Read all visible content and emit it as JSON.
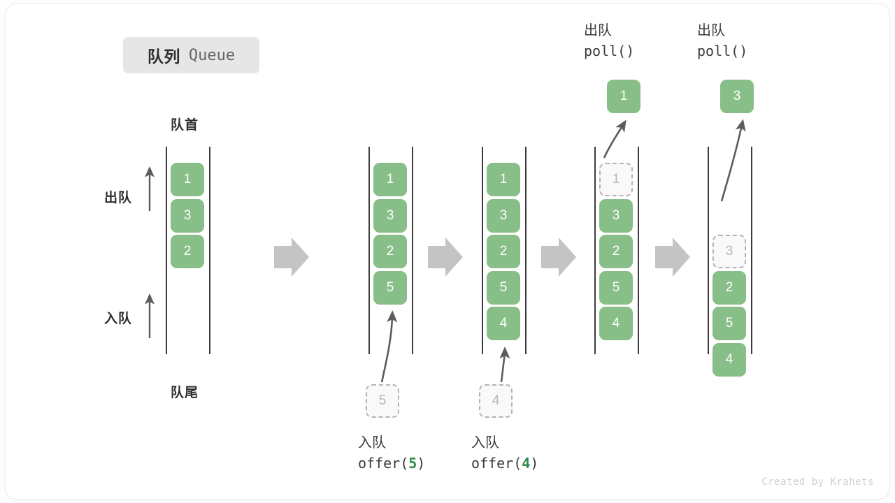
{
  "title": {
    "cn": "队列",
    "en": "Queue"
  },
  "labels": {
    "head": "队首",
    "tail": "队尾",
    "dequeue": "出队",
    "enqueue": "入队"
  },
  "credit": "Created by Krahets",
  "colors": {
    "element_fill": "#88be88",
    "element_text": "#ffffff",
    "ghost_fill": "#f9f9f9",
    "ghost_border": "#b3b3b3",
    "ghost_text": "#b6b6b6",
    "rail": "#3c3c3c",
    "arrow": "#5c5c5c",
    "step_arrow": "#c4c4c4",
    "code_number": "#2e8b49",
    "badge_bg": "#e6e6e6"
  },
  "stages": [
    {
      "id": "stage-initial",
      "items": [
        {
          "value": "1",
          "state": "filled"
        },
        {
          "value": "3",
          "state": "filled"
        },
        {
          "value": "2",
          "state": "filled"
        }
      ],
      "caption": null,
      "pending": null,
      "popped": null
    },
    {
      "id": "stage-offer-5",
      "items": [
        {
          "value": "1",
          "state": "filled"
        },
        {
          "value": "3",
          "state": "filled"
        },
        {
          "value": "2",
          "state": "filled"
        },
        {
          "value": "5",
          "state": "filled"
        }
      ],
      "caption": {
        "cn": "入队",
        "code_prefix": "offer(",
        "code_number": "5",
        "code_suffix": ")"
      },
      "pending": {
        "value": "5",
        "state": "ghost"
      },
      "popped": null
    },
    {
      "id": "stage-offer-4",
      "items": [
        {
          "value": "1",
          "state": "filled"
        },
        {
          "value": "3",
          "state": "filled"
        },
        {
          "value": "2",
          "state": "filled"
        },
        {
          "value": "5",
          "state": "filled"
        },
        {
          "value": "4",
          "state": "filled"
        }
      ],
      "caption": {
        "cn": "入队",
        "code_prefix": "offer(",
        "code_number": "4",
        "code_suffix": ")"
      },
      "pending": {
        "value": "4",
        "state": "ghost"
      },
      "popped": null
    },
    {
      "id": "stage-poll-1",
      "items": [
        {
          "value": "1",
          "state": "ghost"
        },
        {
          "value": "3",
          "state": "filled"
        },
        {
          "value": "2",
          "state": "filled"
        },
        {
          "value": "5",
          "state": "filled"
        },
        {
          "value": "4",
          "state": "filled"
        }
      ],
      "caption": {
        "cn": "出队",
        "code_prefix": "poll(",
        "code_number": "",
        "code_suffix": ")"
      },
      "pending": null,
      "popped": {
        "value": "1",
        "state": "filled"
      }
    },
    {
      "id": "stage-poll-3",
      "items": [
        {
          "value": "",
          "state": "empty"
        },
        {
          "value": "3",
          "state": "ghost"
        },
        {
          "value": "2",
          "state": "filled"
        },
        {
          "value": "5",
          "state": "filled"
        },
        {
          "value": "4",
          "state": "filled"
        }
      ],
      "caption": {
        "cn": "出队",
        "code_prefix": "poll(",
        "code_number": "",
        "code_suffix": ")"
      },
      "pending": null,
      "popped": {
        "value": "3",
        "state": "filled"
      }
    }
  ],
  "step_arrows": 4
}
